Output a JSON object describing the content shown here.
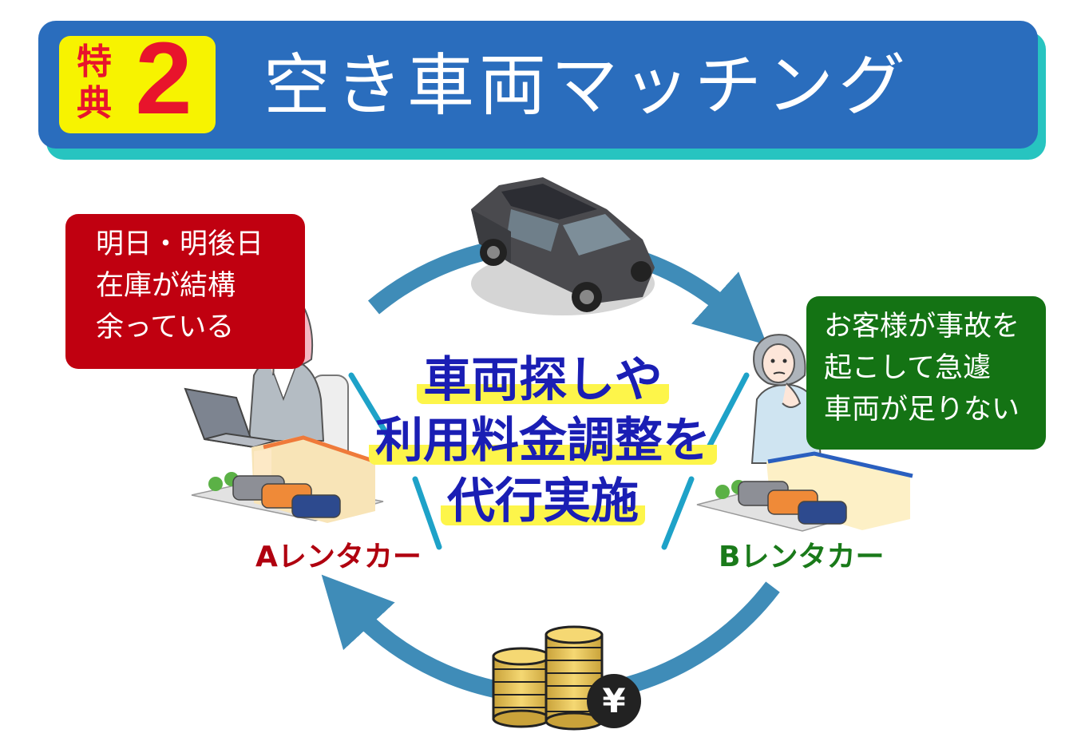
{
  "header": {
    "badge_label": "特典",
    "badge_number": "2",
    "title": "空き車両マッチング"
  },
  "bubble_a": {
    "lines": [
      "明日・明後日",
      "在庫が結構",
      "余っている"
    ]
  },
  "bubble_b": {
    "lines": [
      "お客様が事故を",
      "起こして急遽",
      "車両が足りない"
    ]
  },
  "center": {
    "lines": [
      "車両探しや",
      "利用料金調整を",
      "代行実施"
    ]
  },
  "company_a": "Aレンタカー",
  "company_b": "Bレンタカー",
  "coin_symbol": "¥",
  "colors": {
    "banner": "#2a6dbd",
    "banner_shadow": "#27c4c0",
    "badge": "#f7f300",
    "badge_text": "#e8142c",
    "bubble_a": "#c00010",
    "bubble_b": "#147314",
    "arrow": "#3f8cb8",
    "center_text": "#1a1eb4",
    "highlight": "#fdf54a"
  },
  "icons": [
    "suv-car-icon",
    "woman-laptop-icon",
    "woman-thinking-icon",
    "rental-office-a-icon",
    "rental-office-b-icon",
    "coin-stack-icon",
    "yen-icon"
  ]
}
